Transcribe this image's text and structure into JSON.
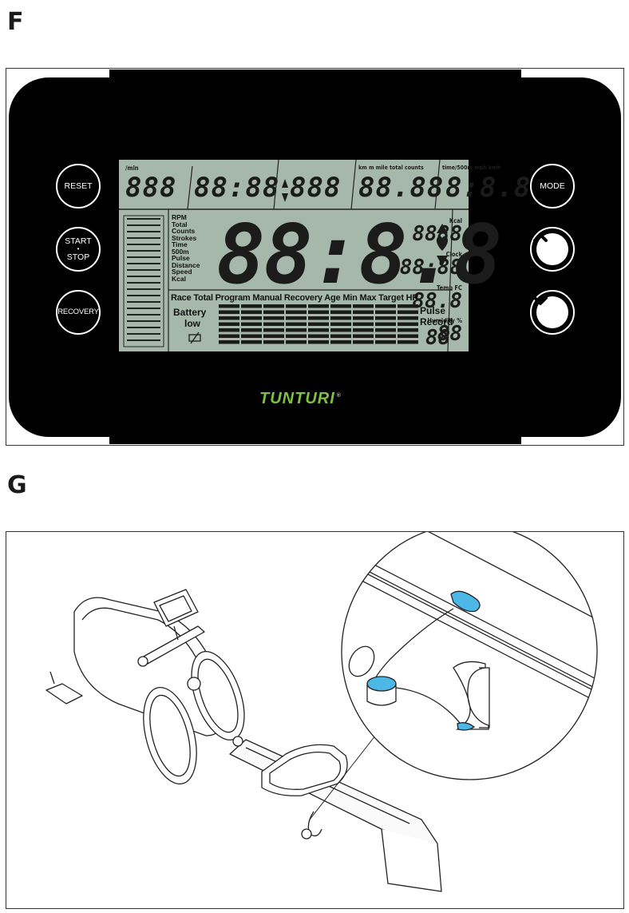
{
  "sections": {
    "f_letter": "F",
    "g_letter": "G"
  },
  "buttons": {
    "reset": "RESET",
    "start": "START",
    "dot": "•",
    "stop": "STOP",
    "recovery": "RECOVERY",
    "mode": "MODE"
  },
  "lcd": {
    "top_labels": {
      "per_min": "/min",
      "units": "km m mile total counts",
      "time500": "time/500m mph kmh"
    },
    "top_digits": {
      "d1": "888",
      "d2": "88:88",
      "d3": "888",
      "d4": "88.88",
      "d5": "8:8.8"
    },
    "main_digits": "88:8.8",
    "left_labels": [
      "RPM",
      "Total",
      "Counts",
      "Strokes",
      "Time",
      "500m",
      "Pulse",
      "Distance",
      "Speed",
      "Kcal"
    ],
    "right": {
      "kcal_label": "Kcal",
      "kcal_digits": "8888",
      "clock_label": "Clock",
      "clock_digits": "88:88",
      "temp_label": "Temp FC",
      "temp_digits": "88.8",
      "humidity_label": "Humidity %",
      "humidity_digits": "88"
    },
    "program_row": "Race Total Program Manual Recovery Age Min Max Target HR",
    "battery_line1": "Battery",
    "battery_line2": "low",
    "pulse_line1": "Pulse",
    "pulse_line2": "Record",
    "pulse_digits": "88"
  },
  "brand": {
    "logo": "TUNTURI",
    "reg": "®"
  },
  "icons": {
    "up": "chevron-up-icon",
    "down": "chevron-down-icon",
    "heart": "heart-icon",
    "battery": "battery-icon"
  },
  "colors": {
    "console": "#000000",
    "lcd": "#a6b8ab",
    "logo": "#7dc142",
    "highlight": "#4db8e8"
  }
}
